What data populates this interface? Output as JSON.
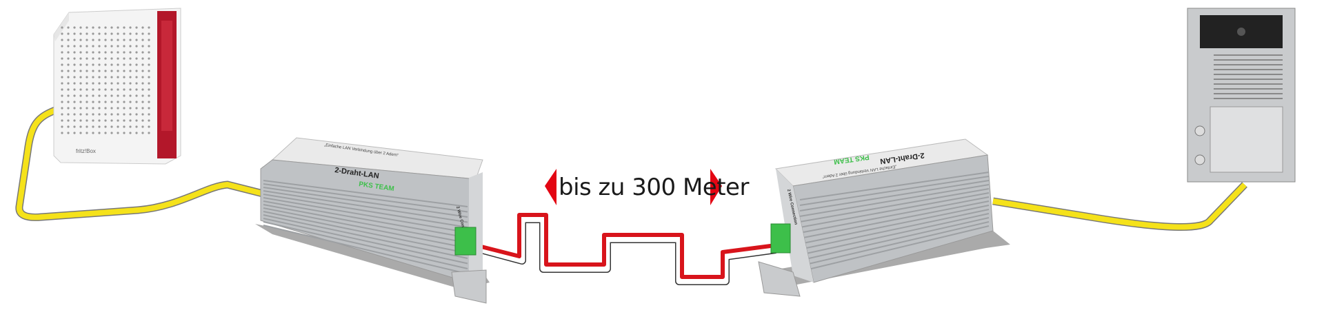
{
  "distance_label": "bis zu 300 Meter",
  "devices": {
    "router": {
      "brand": "fritz!Box"
    },
    "adapter_left": {
      "product": "2-Draht-LAN",
      "slogan": "„Einfache LAN Verbindung über 2 Adern“",
      "logo": "PKS TEAM",
      "connector": "2 Wire Connection"
    },
    "adapter_right": {
      "product": "2-Draht-LAN",
      "slogan": "„Einfache LAN Verbindung über 2 Adern“",
      "logo": "PKS TEAM",
      "connector": "2 Wire Connection"
    },
    "door_station": {}
  },
  "colors": {
    "lan_cable": "#f5e21a",
    "two_wire_red": "#d8141b",
    "arrow": "#e30613",
    "housing": "#b9bcbf",
    "terminal": "#3dbf4a",
    "router_accent": "#b3172a"
  }
}
